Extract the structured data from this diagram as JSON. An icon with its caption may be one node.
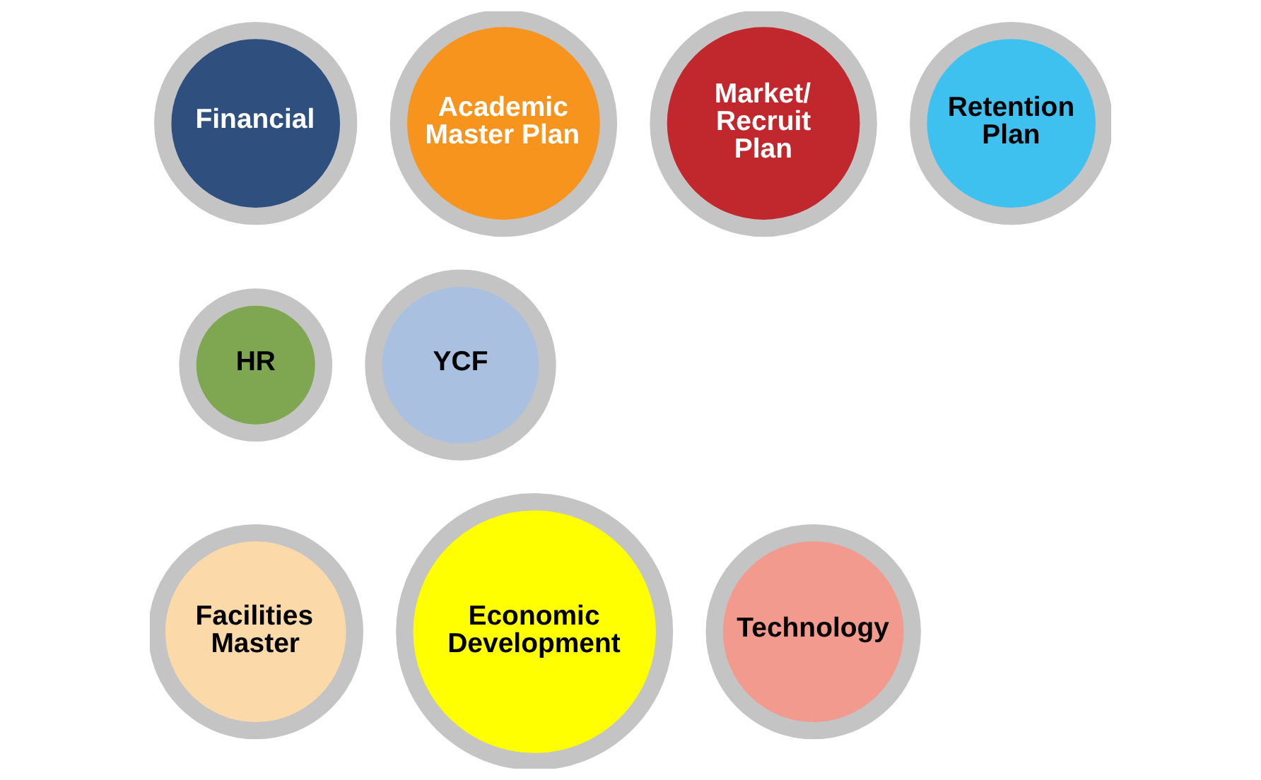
{
  "diagram": {
    "nodes": [
      {
        "text": [
          "Academic Master Plan"
        ]
      },
      {
        "text": [
          "Market/ Recruit Plan"
        ]
      },
      {
        "text": [
          "Financial"
        ]
      },
      {
        "text": [
          "Retention Plan"
        ]
      },
      {
        "text": [
          "HR"
        ]
      },
      {
        "text": [
          "YCF"
        ]
      },
      {
        "text": [
          "Economic Development"
        ]
      },
      {
        "text": [
          "Technology"
        ]
      },
      {
        "text": [
          "Facilities Master"
        ]
      }
    ],
    "edges": []
  }
}
